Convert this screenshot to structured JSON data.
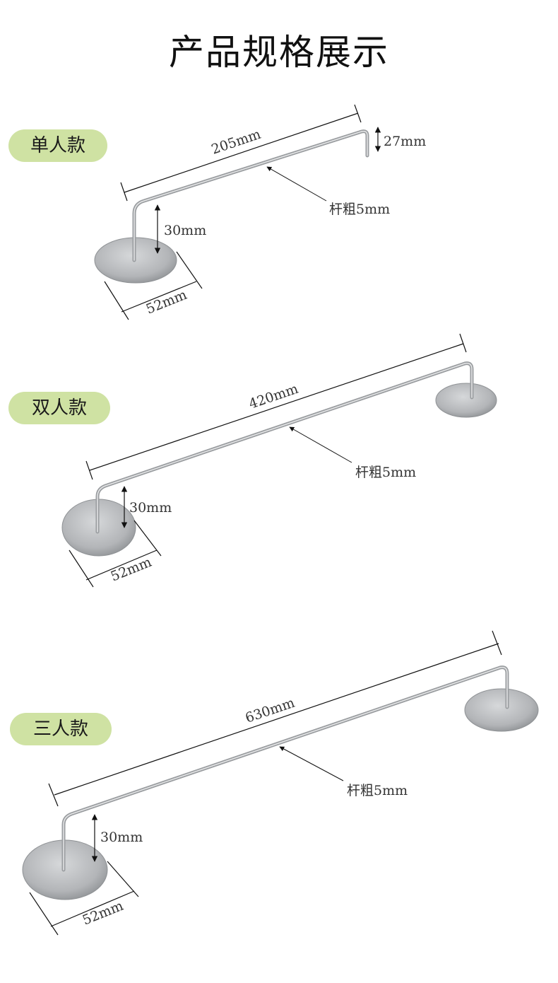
{
  "page_title": "产品规格展示",
  "colors": {
    "badge_bg": "#cfe2a3",
    "rod": "#b0b3b6",
    "plate": "#b8babc",
    "line": "#111111"
  },
  "variants": [
    {
      "badge": "单人款",
      "length_label": "205mm",
      "hook_label": "27mm",
      "rod_label": "杆粗5mm",
      "height_label": "30mm",
      "base_label": "52mm"
    },
    {
      "badge": "双人款",
      "length_label": "420mm",
      "rod_label": "杆粗5mm",
      "height_label": "30mm",
      "base_label": "52mm"
    },
    {
      "badge": "三人款",
      "length_label": "630mm",
      "rod_label": "杆粗5mm",
      "height_label": "30mm",
      "base_label": "52mm"
    }
  ]
}
